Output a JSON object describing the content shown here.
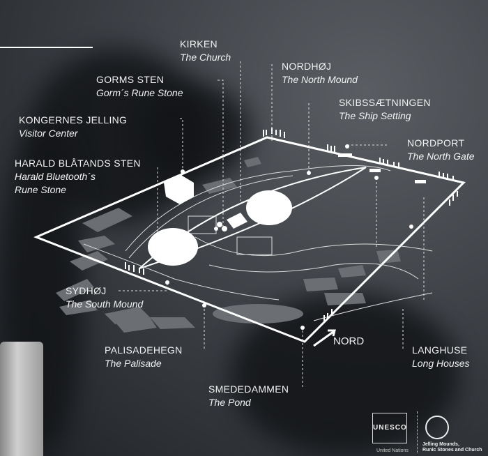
{
  "labels": {
    "kirken": {
      "title": "KIRKEN",
      "subtitle": "The Church"
    },
    "gorms_sten": {
      "title": "GORMS STEN",
      "subtitle": "Gorm´s Rune Stone"
    },
    "kongernes_jelling": {
      "title": "KONGERNES JELLING",
      "subtitle": "Visitor Center"
    },
    "harald": {
      "title": "HARALD BLÅTANDS STEN",
      "subtitle": "Harald Bluetooth´s",
      "subtitle2": "Rune Stone"
    },
    "nordhoj": {
      "title": "NORDHØJ",
      "subtitle": "The North Mound"
    },
    "skibssaetningen": {
      "title": "SKIBSSÆTNINGEN",
      "subtitle": "The Ship Setting"
    },
    "nordport": {
      "title": "NORDPORT",
      "subtitle": "The North Gate"
    },
    "sydhoj": {
      "title": "SYDHØJ",
      "subtitle": "The South Mound"
    },
    "palisadehegn": {
      "title": "PALISADEHEGN",
      "subtitle": "The Palisade"
    },
    "smededammen": {
      "title": "SMEDEDAMMEN",
      "subtitle": "The Pond"
    },
    "langhuse": {
      "title": "LANGHUSE",
      "subtitle": "Long Houses"
    }
  },
  "compass": {
    "label": "NORD"
  },
  "footer": {
    "unesco_logo_text": "UNESCO",
    "unesco_caption": "United Nations",
    "heritage_caption_1": "Jelling Mounds,",
    "heritage_caption_2": "Runic Stones and Church"
  },
  "colors": {
    "background": "#3f4348",
    "lines": "#ffffff",
    "buildings": "#6b6e72"
  }
}
